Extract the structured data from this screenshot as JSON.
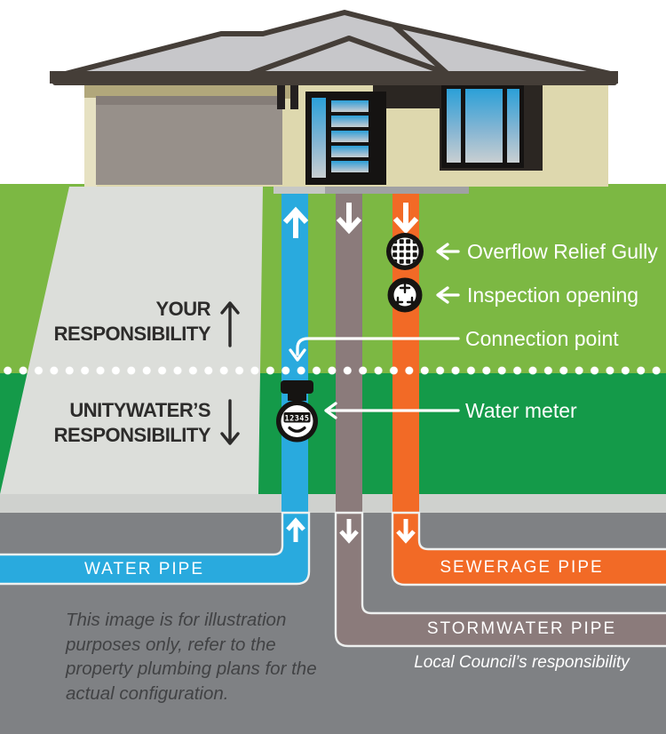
{
  "diagram": {
    "type": "property-pipes-responsibility-infographic",
    "zones": {
      "your": {
        "line1": "YOUR",
        "line2": "RESPONSIBILITY",
        "arrow": "up"
      },
      "unitywater": {
        "line1": "UNITYWATER’S",
        "line2": "RESPONSIBILITY",
        "arrow": "down"
      }
    },
    "callouts": {
      "overflow_relief_gully": "Overflow Relief Gully",
      "inspection_opening": "Inspection opening",
      "connection_point": "Connection point",
      "water_meter": "Water meter"
    },
    "pipes": {
      "water": {
        "label": "WATER PIPE",
        "color": "#29aade",
        "flow_arrow": "up"
      },
      "sewerage": {
        "label": "SEWERAGE PIPE",
        "color": "#f26a26",
        "flow_arrow": "down"
      },
      "stormwater": {
        "label": "STORMWATER PIPE",
        "color": "#8b7b7b",
        "flow_arrow": "down"
      }
    },
    "council_note": "Local Council’s responsibility",
    "water_meter_reading": "12345",
    "disclaimer": {
      "line1": "This image is for illustration",
      "line2": "purposes only, refer to the",
      "line3": "property plumbing plans for the",
      "line4": "actual configuration."
    },
    "colors": {
      "light_green": "#7cb843",
      "dark_green": "#149a49",
      "water_blue": "#29aade",
      "sewer_orange": "#f26a26",
      "storm_taupe": "#8b7b7b",
      "driveway_gray": "#dcdeda",
      "footpath_gray": "#cfd1ce",
      "road_gray": "#7f8184",
      "text_dark": "#2d2c2b",
      "white": "#ffffff"
    },
    "icons": [
      "grate-icon",
      "inspection-cap-icon",
      "water-meter-icon",
      "flow-arrow-icons"
    ]
  }
}
